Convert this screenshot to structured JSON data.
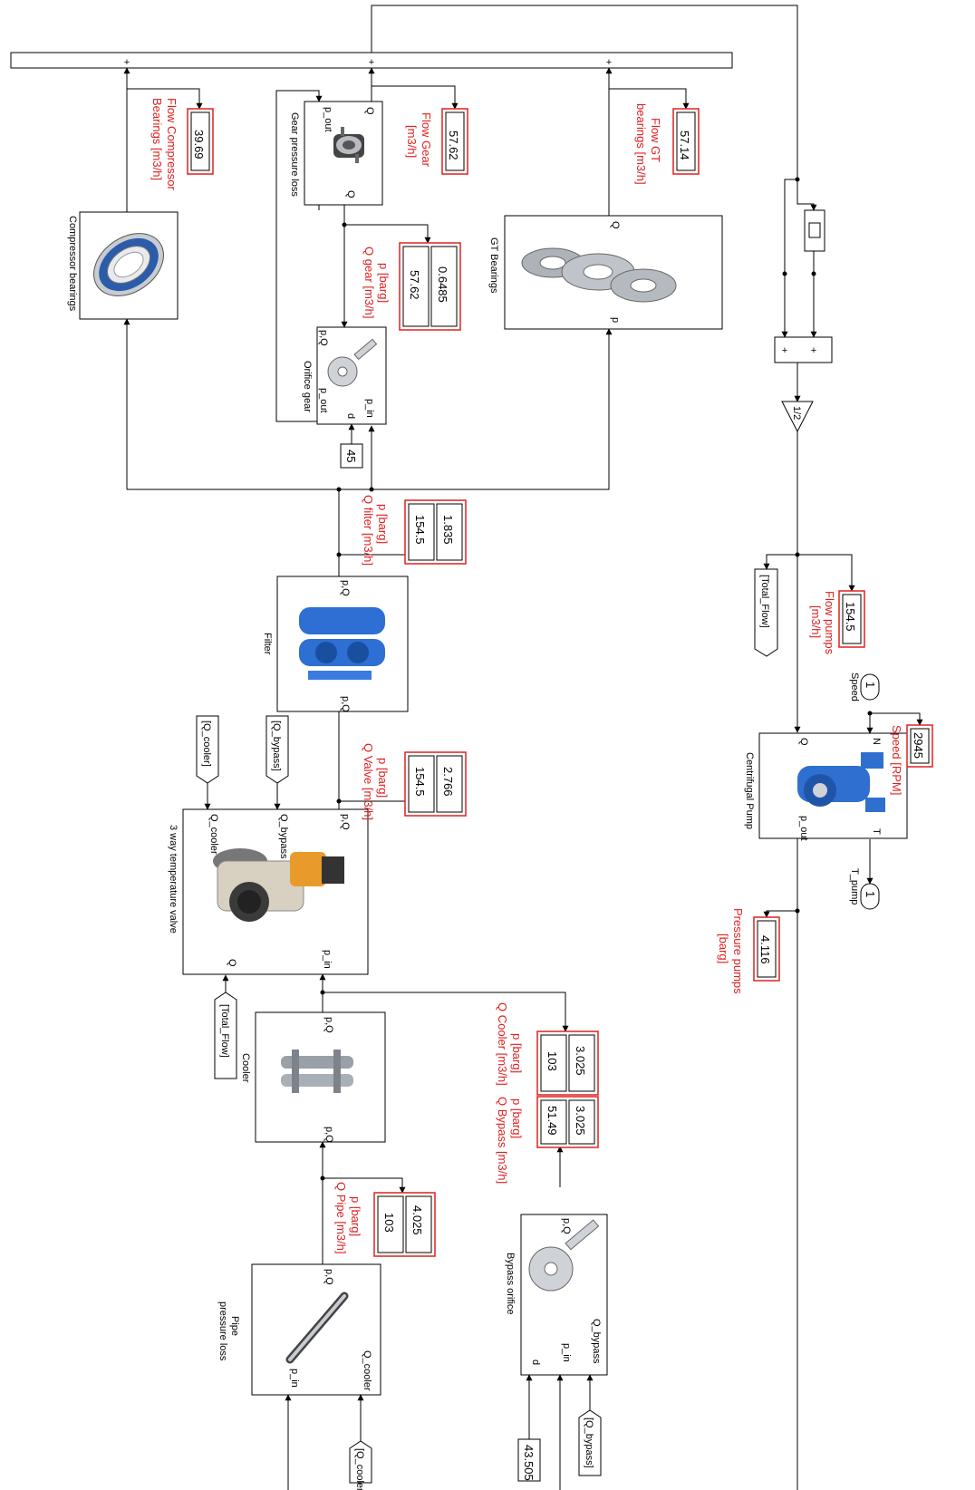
{
  "blocks": {
    "compressor_bearings": "Compressor bearings",
    "gear_pressure_loss": "Gear pressure loss",
    "gt_bearings": "GT Bearings",
    "orifice_gear": "Orifice gear",
    "filter": "Filter",
    "three_way_valve": "3 way temperature valve",
    "cooler": "Cooler",
    "pipe_line1": "Pipe",
    "pipe_line2": "pressure loss",
    "bypass_orifice": "Bypass orifice",
    "centrifugal_pump": "Centrifugal Pump"
  },
  "ports": {
    "p_out": "p_out",
    "Q": "Q",
    "p_in": "p_in",
    "pQ": "p,Q",
    "d": "d",
    "Q_cooler": "Q_cooler",
    "Q_bypass": "Q_bypass",
    "p": "p",
    "N": "N",
    "T": "T"
  },
  "displays": {
    "flow_compressor": {
      "value": "39.69",
      "label1": "Flow Compressor",
      "label2": "Bearings [m3/h]"
    },
    "flow_gear": {
      "value": "57.62",
      "label1": "Flow Gear",
      "label2": "[m3/h]"
    },
    "flow_gt": {
      "value": "57.14",
      "label1": "Flow GT",
      "label2": "bearings [m3/h]"
    },
    "gear": {
      "v1": "0.6485",
      "v2": "57.62",
      "label1": "p [barg]",
      "label2": "Q gear [m3/h]"
    },
    "filter": {
      "v1": "1.835",
      "v2": "154.5",
      "label1": "p [barg]",
      "label2": "Q filter [m3/h]"
    },
    "valve": {
      "v1": "2.766",
      "v2": "154.5",
      "label1": "p [barg]",
      "label2": "Q Valve [m3/h]"
    },
    "cooler": {
      "v1": "3.025",
      "v2": "103",
      "label1": "p [barg]",
      "label2": "Q Cooler [m3/h]"
    },
    "bypass": {
      "v1": "3.025",
      "v2": "51.49",
      "label1": "p [barg]",
      "label2": "Q Bypass [m3/h]"
    },
    "pipe": {
      "v1": "4.025",
      "v2": "103",
      "label1": "p [barg]",
      "label2": "Q Pipe [m3/h]"
    },
    "flow_pumps": {
      "value": "154.5",
      "label1": "Flow pumps",
      "label2": "[m3/h]"
    },
    "speed": {
      "value": "2945",
      "label1": "Speed [RPM]"
    },
    "pressure_pumps": {
      "value": "4.116",
      "label1": "Pressure pumps",
      "label2": "[barg]"
    }
  },
  "constants": {
    "orifice_d": "45",
    "bypass_d": "43.505",
    "gain": "1/2"
  },
  "sum_signs": {
    "plus": "+"
  },
  "tags": {
    "total_flow": "[Total_Flow]",
    "q_cooler": "[Q_cooler]",
    "q_bypass": "[Q_bypass]"
  },
  "io": {
    "speed_num": "1",
    "speed_name": "Speed",
    "tpump_num": "1",
    "tpump_name": "T_pump"
  }
}
